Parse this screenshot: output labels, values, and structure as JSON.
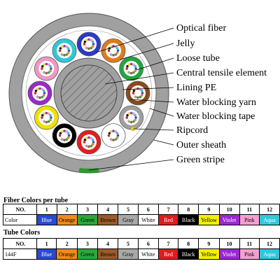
{
  "diagram": {
    "labels": [
      "Optical fiber",
      "Jelly",
      "Loose tube",
      "Central tensile element",
      "Lining PE",
      "Water blocking yarn",
      "Water blocking tape",
      "Ripcord",
      "Outer sheath",
      "Green stripe"
    ],
    "tube_colors": [
      "#2a3ac8",
      "#e07a1c",
      "#1fa83c",
      "#8b4a1c",
      "#a0a0a0",
      "#ffffff",
      "#e02020",
      "#000000",
      "#f0e000",
      "#9a2ac8",
      "#f096c8",
      "#30c8d8"
    ]
  },
  "fiber_table": {
    "title": "Fiber Colors per tube",
    "header_label": "NO.",
    "row_label": "Color"
  },
  "tube_table": {
    "title": "Tube Colors",
    "header_label": "NO.",
    "row_label": "144F"
  },
  "columns": [
    {
      "no": "1",
      "name": "Blue",
      "bg": "#2a4ad0",
      "fg": "#ffffff"
    },
    {
      "no": "2",
      "name": "Orange",
      "bg": "#f08a1c",
      "fg": "#000000"
    },
    {
      "no": "3",
      "name": "Green",
      "bg": "#2aa83c",
      "fg": "#000000"
    },
    {
      "no": "4",
      "name": "Brown",
      "bg": "#9a5a2a",
      "fg": "#000000"
    },
    {
      "no": "5",
      "name": "Gray",
      "bg": "#a8a8a8",
      "fg": "#000000"
    },
    {
      "no": "6",
      "name": "White",
      "bg": "#ffffff",
      "fg": "#000000"
    },
    {
      "no": "7",
      "name": "Red",
      "bg": "#e01c1c",
      "fg": "#ffffff"
    },
    {
      "no": "8",
      "name": "Black",
      "bg": "#000000",
      "fg": "#ffffff"
    },
    {
      "no": "9",
      "name": "Yellow",
      "bg": "#f4f000",
      "fg": "#000000"
    },
    {
      "no": "10",
      "name": "Violet",
      "bg": "#9a2ad0",
      "fg": "#ffffff"
    },
    {
      "no": "11",
      "name": "Pink",
      "bg": "#f4a0d0",
      "fg": "#000000"
    },
    {
      "no": "12",
      "name": "Aqua",
      "bg": "#30c8dc",
      "fg": "#ffffff"
    }
  ]
}
